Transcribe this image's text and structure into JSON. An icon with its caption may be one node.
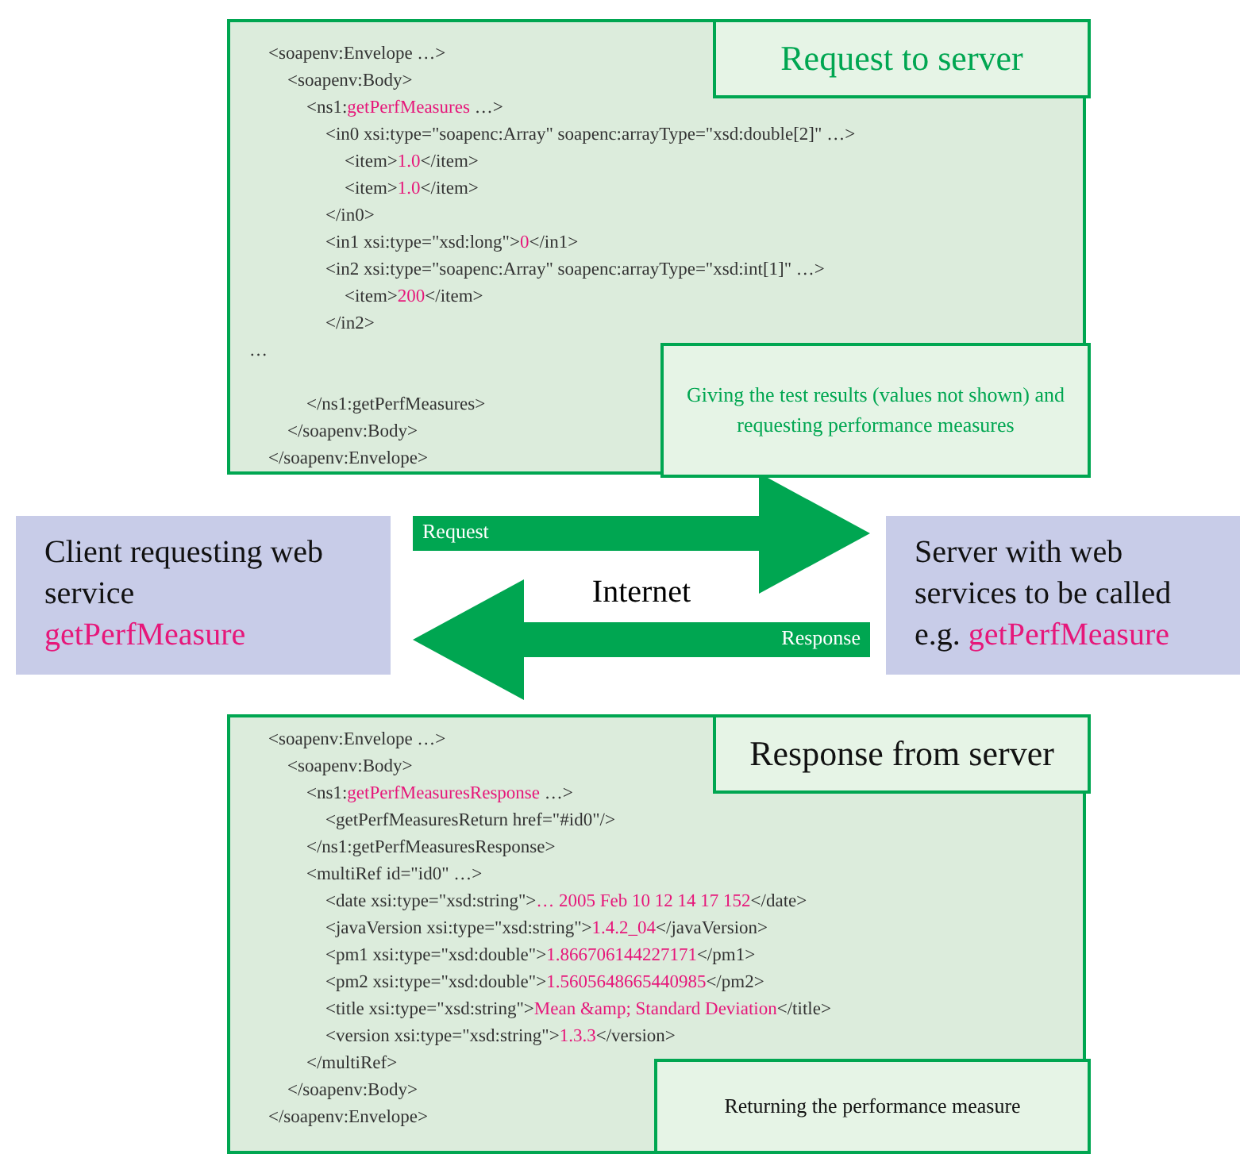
{
  "diagram": {
    "nodes": [
      {
        "text": [
          "<soapenv:Envelope …>",
          "<soapenv:Body>",
          "<ns1:",
          "getPerfMeasures",
          " …>",
          "<in0 xsi:type=\"soapenc:Array\" soapenc:arrayType=\"xsd:double[2]\" …>",
          "<item>",
          "1.0",
          "</item>",
          "<item>",
          "1.0",
          "</item>",
          "</in0>",
          "<in1 xsi:type=\"xsd:long\">",
          "0",
          "</in1>",
          "<in2 xsi:type=\"soapenc:Array\" soapenc:arrayType=\"xsd:int[1]\" …>",
          "<item>",
          "200",
          "</item>",
          "</in2>",
          "…",
          "</ns1:getPerfMeasures>",
          "</soapenv:Body>",
          "</soapenv:Envelope>"
        ]
      },
      {
        "text": [
          "Request to server"
        ],
        "in": 0
      },
      {
        "text": [
          "Giving the test results (values not shown) and requesting performance measures"
        ],
        "in": 0
      },
      {
        "text": [
          "Client requesting web service",
          "getPerfMeasure"
        ]
      },
      {
        "text": [
          "Server with web services to be called e.g.",
          "getPerfMeasure"
        ]
      },
      {
        "text": [
          "<soapenv:Envelope …>",
          "<soapenv:Body>",
          "<ns1:",
          "getPerfMeasuresResponse",
          " …>",
          "<getPerfMeasuresReturn href=\"#id0\"/>",
          "</ns1:getPerfMeasuresResponse>",
          "<multiRef id=\"id0\" …>",
          "<date xsi:type=\"xsd:string\">",
          "… 2005 Feb 10 12 14 17 152",
          "</date>",
          "<javaVersion xsi:type=\"xsd:string\">",
          "1.4.2_04",
          "</javaVersion>",
          "<pm1 xsi:type=\"xsd:double\">",
          "1.866706144227171",
          "</pm1>",
          "<pm2 xsi:type=\"xsd:double\">",
          "1.5605648665440985",
          "</pm2>",
          "<title xsi:type=\"xsd:string\">",
          "Mean &amp; Standard Deviation",
          "</title>",
          "<version xsi:type=\"xsd:string\">",
          "1.3.3",
          "</version>",
          "</multiRef>",
          "</soapenv:Body>",
          "</soapenv:Envelope>"
        ]
      },
      {
        "text": [
          "Response from server"
        ],
        "in": 5
      },
      {
        "text": [
          "Returning the performance measure"
        ],
        "in": 5
      }
    ],
    "edges": [
      {
        "from": 3,
        "to": 4,
        "arrow": "to",
        "label": "Request"
      },
      {
        "from": 4,
        "to": 3,
        "arrow": "to",
        "label": "Response"
      }
    ],
    "labels": [
      "Internet"
    ]
  }
}
